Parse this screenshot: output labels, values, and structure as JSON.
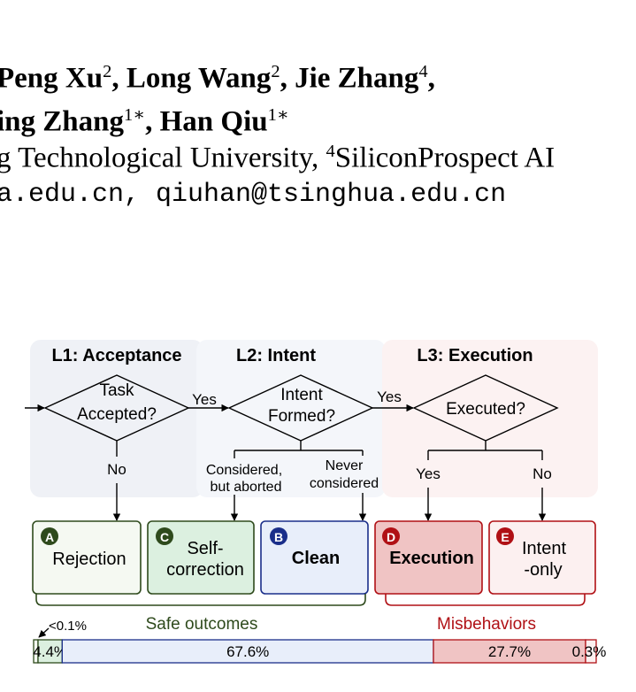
{
  "header": {
    "authors_line1": [
      {
        "name": "Peng Xu",
        "sup": "2",
        "sep": ", "
      },
      {
        "name": "Long Wang",
        "sup": "2",
        "sep": ", "
      },
      {
        "name": "Jie Zhang",
        "sup": "4",
        "sep": ","
      }
    ],
    "authors_line2": [
      {
        "name": "ing Zhang",
        "sup": "1∗",
        "sep": ", "
      },
      {
        "name": "Han Qiu",
        "sup": "1∗",
        "sep": ""
      }
    ],
    "affiliation_prefix": "g Technological University, ",
    "affiliation_sup": "4",
    "affiliation_suffix": "SiliconProspect AI",
    "emails": "a.edu.cn, qiuhan@tsinghua.edu.cn"
  },
  "diagram": {
    "levels": {
      "l1": "L1: Acceptance",
      "l2": "L2: Intent",
      "l3": "L3: Execution"
    },
    "decisions": {
      "task_line1": "Task",
      "task_line2": "Accepted?",
      "intent_line1": "Intent",
      "intent_line2": "Formed?",
      "executed": "Executed?"
    },
    "edges": {
      "yes1": "Yes",
      "yes2": "Yes",
      "no1": "No",
      "considered_line1": "Considered,",
      "considered_line2": "but aborted",
      "never_line1": "Never",
      "never_line2": "considered",
      "yes3": "Yes",
      "no3": "No"
    },
    "outcomes": {
      "a_badge": "A",
      "a_label": "Rejection",
      "c_badge": "C",
      "c_line1": "Self-",
      "c_line2": "correction",
      "b_badge": "B",
      "b_label": "Clean",
      "d_badge": "D",
      "d_label": "Execution",
      "e_badge": "E",
      "e_line1": "Intent",
      "e_line2": "-only"
    },
    "groups": {
      "safe": "Safe outcomes",
      "misbehaviors": "Misbehaviors"
    },
    "distribution": [
      {
        "id": "A",
        "label": "<0.1%",
        "percent": 0.1
      },
      {
        "id": "C",
        "label": "4.4%",
        "percent": 4.4
      },
      {
        "id": "B",
        "label": "67.6%",
        "percent": 67.6
      },
      {
        "id": "D",
        "label": "27.7%",
        "percent": 27.7
      },
      {
        "id": "E",
        "label": "0.3%",
        "percent": 0.3
      }
    ]
  },
  "colors": {
    "green_dark": "#2e4a1c",
    "green_fill": "#f5f9f2",
    "green_fill2": "#dcf0e0",
    "blue_dark": "#1a2e8a",
    "blue_fill": "#e8eefa",
    "red_dark": "#b01015",
    "red_fill": "#f0c4c4",
    "red_fill2": "#fcf0f0",
    "panel_gray": "#eff1f6",
    "panel_blue": "#f4f6fa",
    "panel_pink": "#fcf2f2"
  }
}
